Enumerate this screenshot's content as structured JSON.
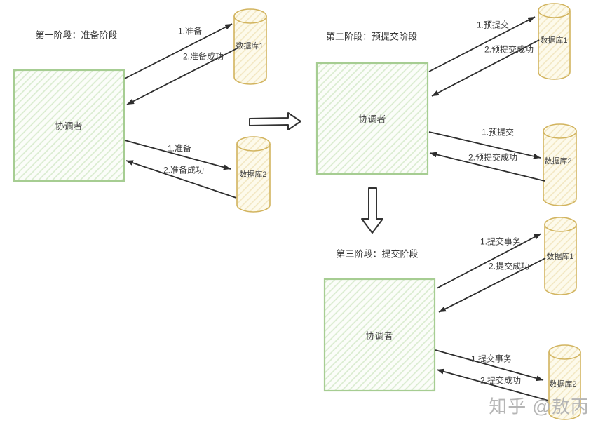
{
  "watermark": "知乎 @敖丙",
  "colors": {
    "coordinator_fill": "#fbfdf9",
    "coordinator_hatch": "#d8ebce",
    "coordinator_border": "#a6cd92",
    "database_fill": "#fdfaeb",
    "database_hatch": "#f2e6c0",
    "database_border": "#d2b45f",
    "arrow": "#2d2d2d",
    "text": "#3d3d3d",
    "watermark_gray": "#b5b5b5"
  },
  "phases": [
    {
      "title": "第一阶段：准备阶段",
      "coordinator": "协调者",
      "databases": [
        "数据库1",
        "数据库2"
      ],
      "messages": [
        "1.准备",
        "2.准备成功",
        "1.准备",
        "2.准备成功"
      ]
    },
    {
      "title": "第二阶段：预提交阶段",
      "coordinator": "协调者",
      "databases": [
        "数据库1",
        "数据库2"
      ],
      "messages": [
        "1.预提交",
        "2.预提交成功",
        "1.预提交",
        "2.预提交成功"
      ]
    },
    {
      "title": "第三阶段：提交阶段",
      "coordinator": "协调者",
      "databases": [
        "数据库1",
        "数据库2"
      ],
      "messages": [
        "1.提交事务",
        "2.提交成功",
        "1.提交事务",
        "2.提交成功"
      ]
    }
  ]
}
